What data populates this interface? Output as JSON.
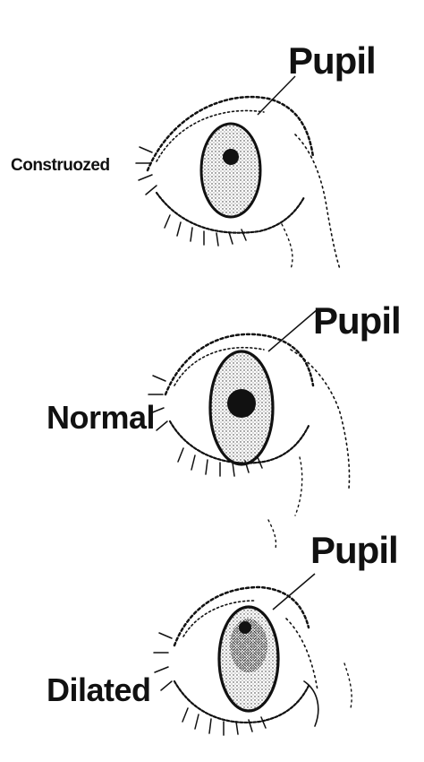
{
  "panels": [
    {
      "state_label": "Construozed",
      "pointer_label": "Pupil"
    },
    {
      "state_label": "Normal",
      "pointer_label": "Pupil"
    },
    {
      "state_label": "Dilated",
      "pointer_label": "Pupil"
    }
  ],
  "colors": {
    "ink": "#111111",
    "iris_stipple": "#2a2a2a",
    "background": "#ffffff"
  },
  "icons": [
    "eye-sketch-icon"
  ]
}
